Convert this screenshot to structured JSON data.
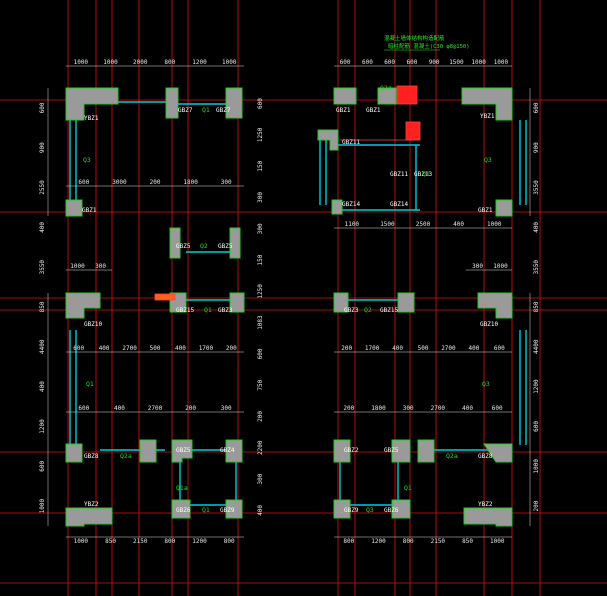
{
  "colors": {
    "background": "#000000",
    "axis": "#dd1111",
    "wall_outline": "#22cc22",
    "wall_core": "#00ccdd",
    "column_fill": "#9a9a9a",
    "dimension": "#e8e8e8",
    "label": "#ffffff",
    "highlight": "#ff2020"
  },
  "note": {
    "line1": "混凝土墙体结构构造配筋",
    "line2": "暗柱配筋 混凝土(C30 φ8@150)"
  },
  "dims": {
    "top_left": [
      "1000",
      "1000",
      "2000",
      "800",
      "1200",
      "1000"
    ],
    "top_left_mid": [
      "600",
      "3000",
      "200",
      "1800",
      "300"
    ],
    "top_right": [
      "600",
      "600",
      "600",
      "600",
      "900",
      "1500",
      "1000",
      "1000"
    ],
    "top_right_mid": [
      "1100",
      "1500",
      "2500",
      "400",
      "1000"
    ],
    "mid_left": [
      "1000",
      "300"
    ],
    "mid_right": [
      "300",
      "1000"
    ],
    "row3_left": [
      "600",
      "400",
      "2700",
      "500",
      "400",
      "1700",
      "200"
    ],
    "row3_right": [
      "200",
      "1700",
      "400",
      "500",
      "2700",
      "400",
      "600"
    ],
    "row4_left": [
      "600",
      "400",
      "2700",
      "200",
      "300"
    ],
    "row4_right": [
      "200",
      "1800",
      "300",
      "2700",
      "400",
      "600"
    ],
    "bottom_left": [
      "1000",
      "850",
      "2150",
      "800",
      "1200",
      "800"
    ],
    "bottom_right": [
      "800",
      "1200",
      "800",
      "2150",
      "850",
      "1000"
    ],
    "left_vertical": [
      "600",
      "900",
      "2550",
      "400",
      "3550",
      "850",
      "4400",
      "400",
      "1200",
      "600",
      "1000"
    ],
    "right_vertical": [
      "600",
      "900",
      "3550",
      "400",
      "3550",
      "850",
      "4400",
      "1200",
      "600",
      "1000",
      "200"
    ],
    "center_vertical": [
      "600",
      "1250",
      "150",
      "300",
      "300",
      "150",
      "1250",
      "1083",
      "600",
      "750",
      "200",
      "2200",
      "300",
      "400"
    ]
  },
  "labels": {
    "ybz1": "YBZ1",
    "ybz2": "YBZ2",
    "gbz1": "GBZ1",
    "gbz2": "GBZ2",
    "gbz3": "GBZ3",
    "gbz4": "GBZ4",
    "gbz5": "GBZ5",
    "gbz6": "GBZ6",
    "gbz7": "GBZ7",
    "gbz8": "GBZ8",
    "gbz9": "GBZ9",
    "gbz10": "GBZ10",
    "gbz11": "GBZ11",
    "gbz13": "GBZ13",
    "gbz14": "GBZ14",
    "gbz15": "GBZ15",
    "q1": "Q1",
    "q2": "Q2",
    "q3": "Q3",
    "q2a": "Q2a",
    "q1a": "Q1a"
  }
}
